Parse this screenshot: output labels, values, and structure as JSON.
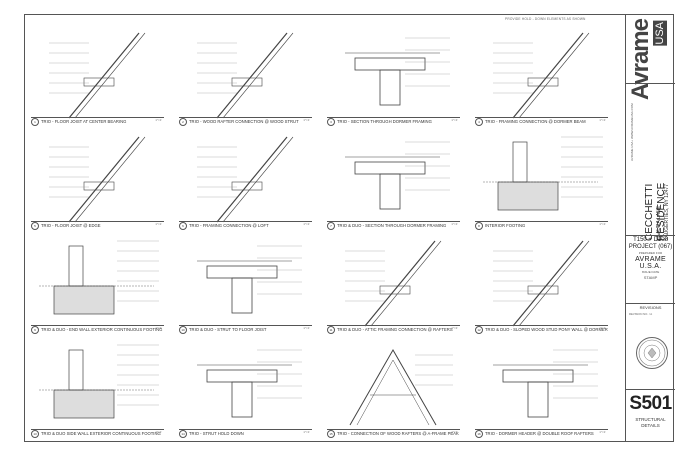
{
  "sheet": {
    "top_note": "PROVIDE HOLD - DOWN ELEMENTS AS SHOWN"
  },
  "details": [
    {
      "num": "1",
      "title": "TRIO - FLOOR JOIST AT CENTER BEARING",
      "scale": "1\"=1'"
    },
    {
      "num": "2",
      "title": "TRIO - WOOD RAFTER CONNECTION @ WOOD STRUT",
      "scale": "1\"=1'"
    },
    {
      "num": "3",
      "title": "TRIO - SECTION THROUGH DORMER FRAMING",
      "scale": "1\"=1'"
    },
    {
      "num": "4",
      "title": "TRIO - FRAMING CONNECTION @ DORMER BEAM",
      "scale": "1\"=1'"
    },
    {
      "num": "5",
      "title": "TRIO - FLOOR JOIST @ EDGE",
      "scale": "1\"=1'"
    },
    {
      "num": "6",
      "title": "TRIO - FRAMING CONNECTION @ LOFT",
      "scale": "1\"=1'"
    },
    {
      "num": "7",
      "title": "TRIO & DUO - SECTION THROUGH DORMER FRAMING",
      "scale": "1\"=1'"
    },
    {
      "num": "8",
      "title": "INTERIOR FOOTING",
      "scale": "1\"=1'"
    },
    {
      "num": "9",
      "title": "TRIO & DUO - END WALL EXTERIOR CONTINUOUS FOOTING",
      "scale": "1\"=1'"
    },
    {
      "num": "10",
      "title": "TRIO & DUO - STRUT TO FLOOR JOIST",
      "scale": "1\"=1'"
    },
    {
      "num": "11",
      "title": "TRIO & DUO - ATTIC FRAMING CONNECTION @ RAFTERS",
      "scale": "1\"=1'"
    },
    {
      "num": "12",
      "title": "TRIO & DUO - SLOPED WOOD STUD PONY WALL @ DORMER",
      "scale": "1\"=1'"
    },
    {
      "num": "13",
      "title": "TRIO & DUO SIDE WALL EXTERIOR CONTINUOUS FOOTING",
      "scale": "1\"=1'"
    },
    {
      "num": "14",
      "title": "TRIO - STRUT HOLD DOWN",
      "scale": "1\"=1'"
    },
    {
      "num": "15",
      "title": "TRIO - CONNECTION OF WOOD RAFTERS @ A-FRAME PEAK",
      "scale": "1\"=1'"
    },
    {
      "num": "16",
      "title": "TRIO - DORMER HEADER @ DOUBLE ROOF RAFTERS",
      "scale": "1\"=1'"
    }
  ],
  "title_block": {
    "logo_word": "Avrame",
    "logo_usa": "USA",
    "company_info": "AVRAME USA  •  WWW.AVRAMEUSA.COM",
    "client": "CECCHETTI RESIDENCE",
    "address_1": "# LAURA LANE",
    "address_2": "SAUGERTIES, NY 12477",
    "model": "T150 + D100",
    "project": "PROJECT (067)",
    "prepared_for_label": "PREPARED FOR",
    "company": "AVRAME U.S.A.",
    "issue_label": "ISSUE DATE",
    "stamp_label": "STAMP",
    "revisions_label": "REVISIONS",
    "revisions_row": "REVISION NO. / A",
    "sheet_number": "S501",
    "sheet_name": "STRUCTURAL DETAILS"
  },
  "colors": {
    "line": "#444444",
    "hatch": "#888888",
    "concrete": "#dddddd"
  }
}
